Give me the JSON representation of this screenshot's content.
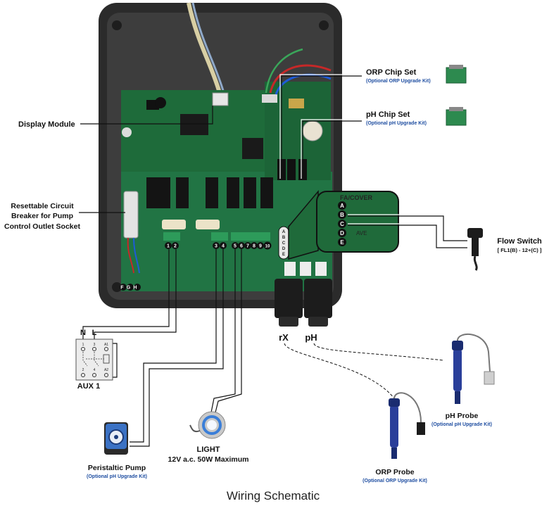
{
  "labels": {
    "display_module": "Display Module",
    "orp_chip_set": "ORP Chip Set",
    "orp_chip_set_sub": "(Optional ORP Upgrade Kit)",
    "ph_chip_set": "pH Chip Set",
    "ph_chip_set_sub": "(Optional pH Upgrade Kit)",
    "breaker_line1": "Resettable Circuit",
    "breaker_line2": "Breaker for Pump",
    "breaker_line3": "Control Outlet Socket",
    "flow_switch": "Flow Switch",
    "flow_switch_sub": "[ FL1(B) - 12+(C) ]",
    "rx": "rX",
    "ph": "pH",
    "ph_probe": "pH Probe",
    "ph_probe_sub": "(Optional pH Upgrade Kit)",
    "orp_probe": "ORP Probe",
    "orp_probe_sub": "(Optional ORP Upgrade Kit)",
    "light": "LIGHT",
    "light_sub": "12V a.c. 50W Maximum",
    "peristaltic_pump": "Peristaltic Pump",
    "peristaltic_pump_sub": "(Optional pH Upgrade Kit)",
    "relay_n": "N",
    "relay_l": "L",
    "aux1": "AUX 1",
    "fgh": "FGH",
    "caption": "Wiring Schematic"
  },
  "terminals": {
    "t12": [
      "1",
      "2"
    ],
    "t34": [
      "3",
      "4"
    ],
    "t5_10": [
      "5",
      "6",
      "7",
      "8",
      "9",
      "10"
    ],
    "abcde": [
      "A",
      "B",
      "C",
      "D",
      "E"
    ]
  },
  "zoom_box": {
    "header": "FA/COVER",
    "pins": [
      "A",
      "B",
      "C",
      "D",
      "E"
    ],
    "row_c_text": "AVE"
  },
  "relay_pins": {
    "top": [
      "1",
      "3",
      "A1"
    ],
    "bottom": [
      "2",
      "4",
      "A2"
    ]
  },
  "colors": {
    "board": "#1e6b3a",
    "enclosure": "#2c2c2c",
    "inner": "#3b3b3b",
    "blue": "#1f4ea1",
    "red_wire": "#c62828",
    "blue_wire": "#1e5bd8",
    "probe_blue": "#2a3f9a"
  }
}
